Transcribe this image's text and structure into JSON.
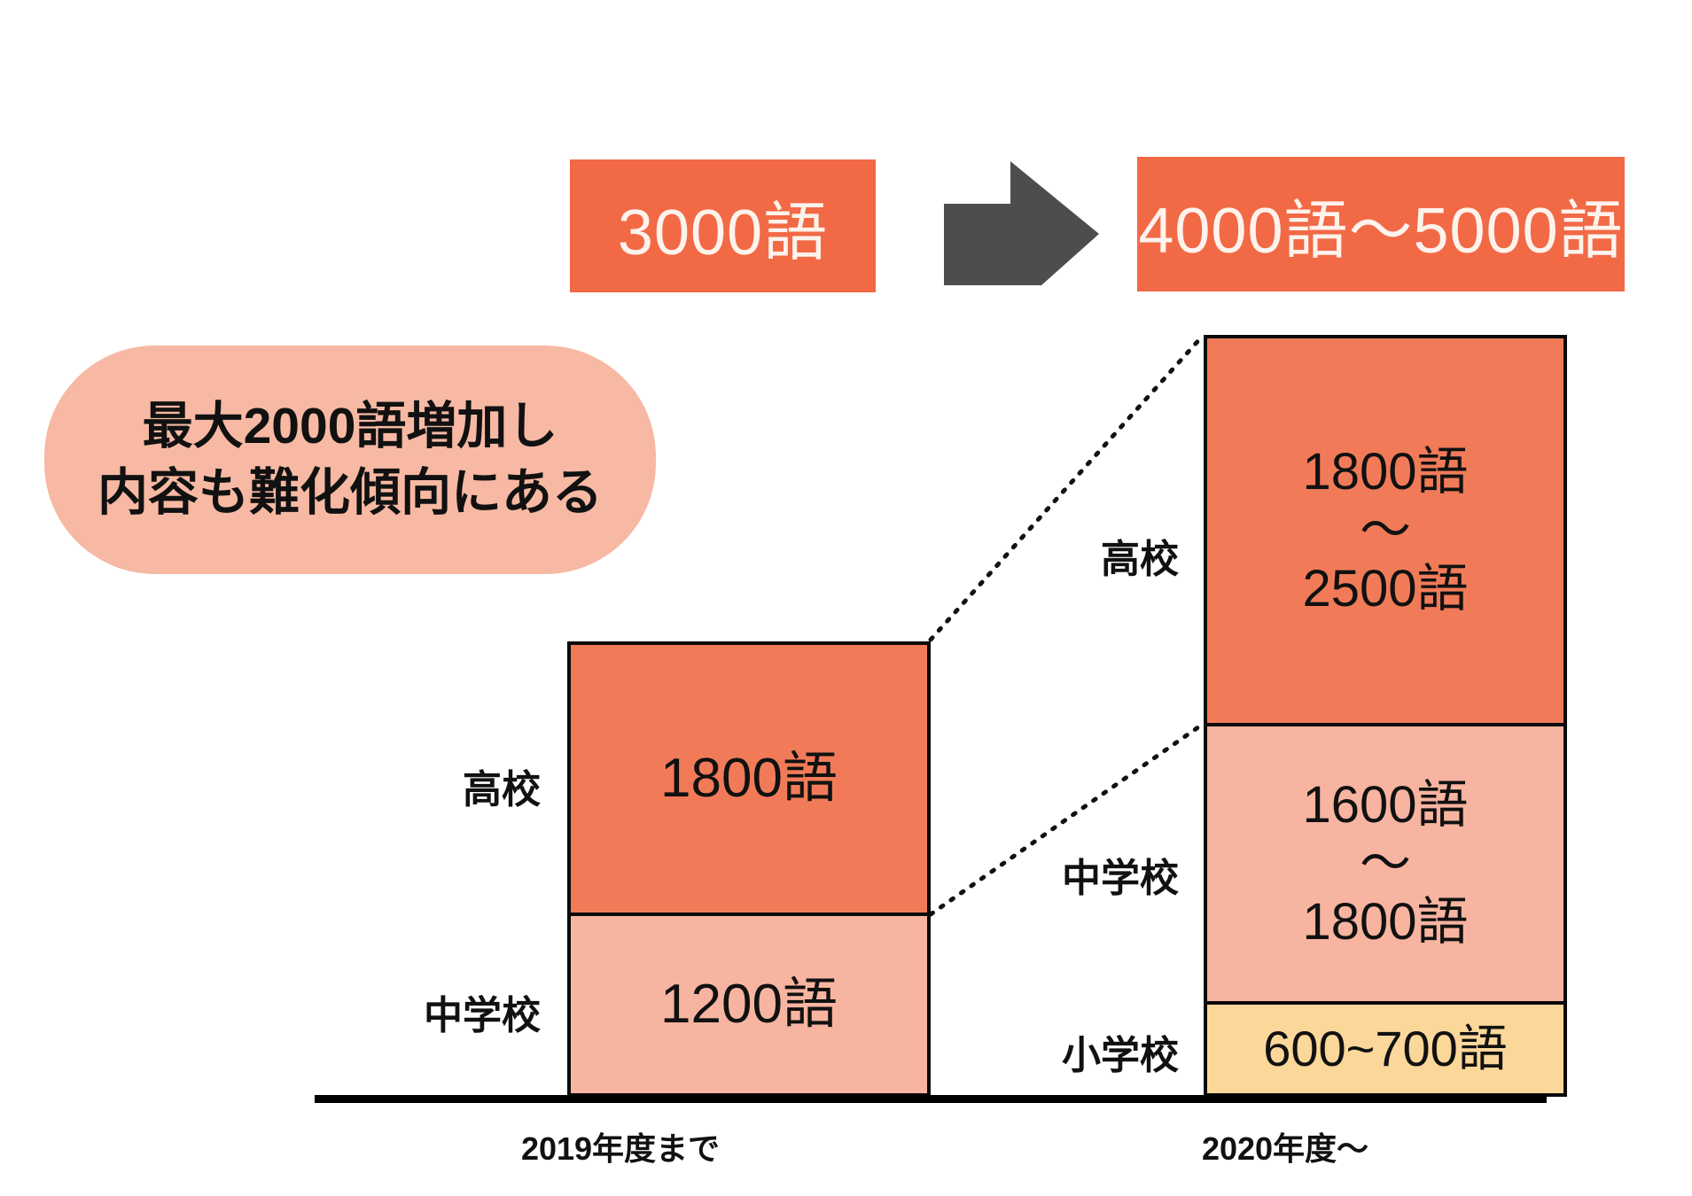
{
  "banners": {
    "before_label": "3000語",
    "after_label": "4000語～5000語",
    "arrow_icon": "arrow-right-icon"
  },
  "callout": {
    "line1": "最大2000語増加し",
    "line2": "内容も難化傾向にある"
  },
  "colors": {
    "accent_orange": "#F26946",
    "bar_high_school": "#F17B58",
    "bar_junior_high": "#F7B4A0",
    "bar_elementary": "#FBD79A",
    "callout_bg": "#F7B9A3",
    "arrow": "#4D4D4D",
    "axis": "#000000",
    "banner_text": "#FDF3EC"
  },
  "chart_data": {
    "type": "bar",
    "subtype": "stacked",
    "title": "",
    "xlabel": "",
    "ylabel": "",
    "grid": false,
    "legend": "none",
    "categories": [
      "2019年度まで",
      "2020年度～"
    ],
    "series": [
      {
        "name": "小学校",
        "values": [
          null,
          650
        ],
        "labels": [
          "",
          "600~700語"
        ],
        "range": [
          null,
          [
            600,
            700
          ]
        ],
        "color": "#FBD79A"
      },
      {
        "name": "中学校",
        "values": [
          1200,
          1700
        ],
        "labels": [
          "1200語",
          "1600語\n～\n1800語"
        ],
        "range": [
          [
            1200,
            1200
          ],
          [
            1600,
            1800
          ]
        ],
        "color": "#F7B4A0"
      },
      {
        "name": "高校",
        "values": [
          1800,
          2150
        ],
        "labels": [
          "1800語",
          "1800語\n～\n2500語"
        ],
        "range": [
          [
            1800,
            1800
          ],
          [
            1800,
            2500
          ]
        ],
        "color": "#F17B58"
      }
    ],
    "totals": [
      3000,
      "4000～5000"
    ],
    "annotations": [
      "最大2000語増加し内容も難化傾向にある",
      "3000語 → 4000語～5000語"
    ]
  },
  "bars": {
    "left": {
      "axis_label": "2019年度まで",
      "segments": [
        {
          "category": "高校",
          "lines": [
            "1800語"
          ]
        },
        {
          "category": "中学校",
          "lines": [
            "1200語"
          ]
        }
      ]
    },
    "right": {
      "axis_label": "2020年度～",
      "segments": [
        {
          "category": "高校",
          "lines": [
            "1800語",
            "～",
            "2500語"
          ]
        },
        {
          "category": "中学校",
          "lines": [
            "1600語",
            "～",
            "1800語"
          ]
        },
        {
          "category": "小学校",
          "lines": [
            "600~700語"
          ]
        }
      ]
    }
  }
}
